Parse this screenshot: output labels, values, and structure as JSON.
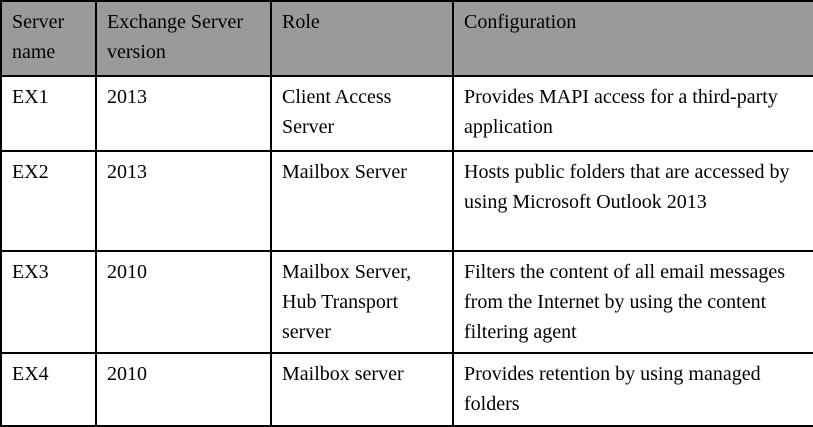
{
  "table": {
    "title": "Exchange servers table",
    "header_bg": "#9a9a9a",
    "border_color": "#000000",
    "columns": [
      {
        "label": "Server name"
      },
      {
        "label": "Exchange Server version"
      },
      {
        "label": "Role"
      },
      {
        "label": "Configuration"
      }
    ],
    "rows": [
      {
        "cells": [
          "EX1",
          "2013",
          "Client Access Server",
          "Provides MAPI access for a third-party application"
        ]
      },
      {
        "cells": [
          "EX2",
          "2013",
          "Mailbox Server",
          "Hosts public folders that are accessed by using Microsoft Outlook 2013"
        ]
      },
      {
        "cells": [
          "EX3",
          "2010",
          "Mailbox Server, Hub Transport server",
          "Filters the content of all email messages from the Internet by using the content filtering agent"
        ]
      },
      {
        "cells": [
          "EX4",
          "2010",
          "Mailbox server",
          "Provides retention by using managed folders"
        ]
      }
    ]
  }
}
